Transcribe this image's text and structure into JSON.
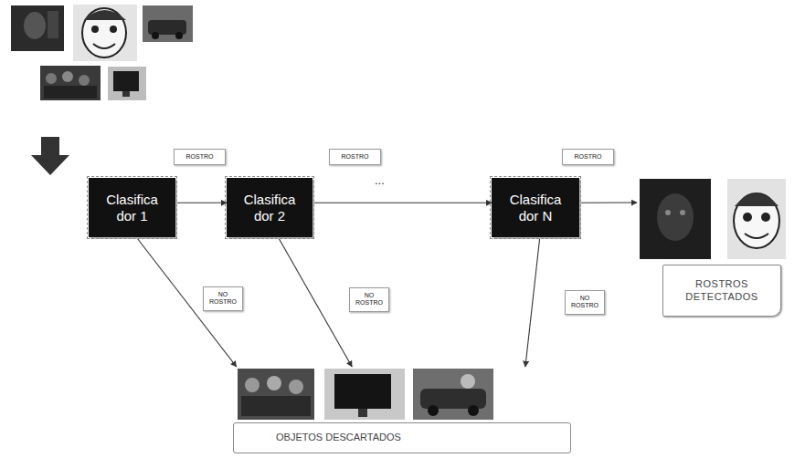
{
  "diagram": {
    "nodes": [
      {
        "text": [
          "Clasifica dor 1"
        ]
      },
      {
        "text": [
          "Clasifica dor 2"
        ]
      },
      {
        "text": [
          "Clasifica dor N"
        ]
      },
      {
        "text": [
          "ROSTROS DETECTADOS"
        ]
      },
      {
        "text": [
          "OBJETOS DESCARTADOS"
        ]
      }
    ],
    "edges": [
      {
        "from": 0,
        "to": 1,
        "label": "ROSTRO",
        "arrow": "to"
      },
      {
        "from": 1,
        "to": 2,
        "label": "ROSTRO",
        "arrow": "to"
      },
      {
        "from": 2,
        "to": 3,
        "label": "ROSTRO",
        "arrow": "to"
      },
      {
        "from": 0,
        "to": 4,
        "label": "NO ROSTRO",
        "arrow": "to"
      },
      {
        "from": 1,
        "to": 4,
        "label": "NO ROSTRO",
        "arrow": "to"
      },
      {
        "from": 2,
        "to": 4,
        "label": "NO ROSTRO",
        "arrow": "to"
      }
    ],
    "labels": [
      "..."
    ]
  }
}
